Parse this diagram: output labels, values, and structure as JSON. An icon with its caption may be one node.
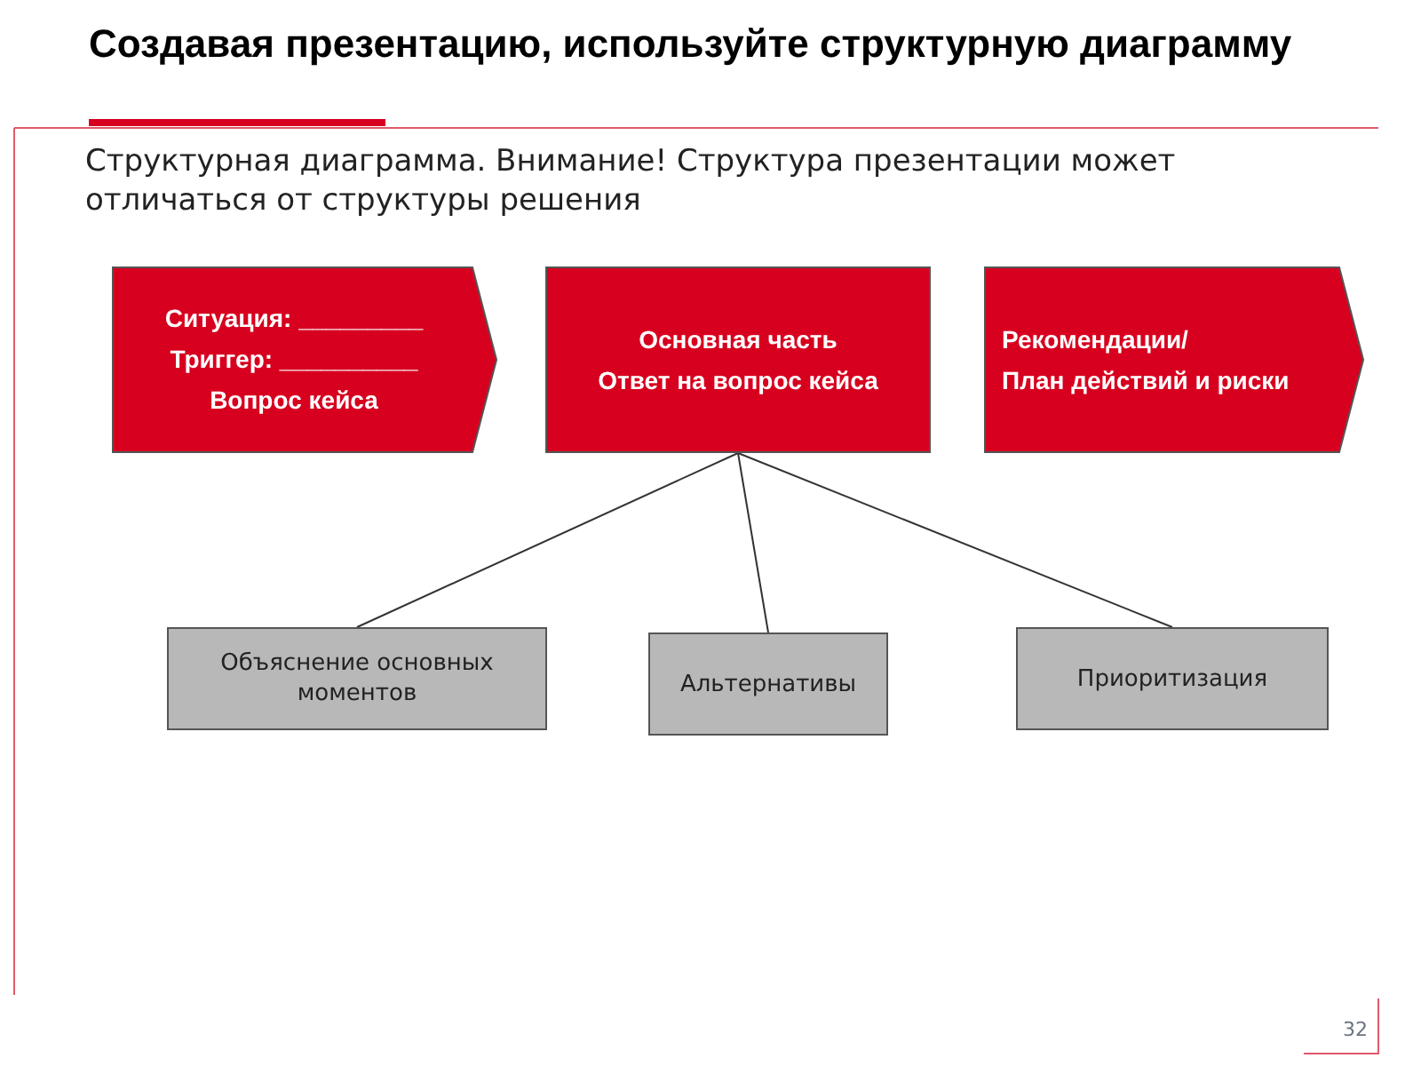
{
  "diagram": {
    "title": "Создавая презентацию, используйте структурную диаграмму",
    "nodes": [
      {
        "text": [
          "Ситуация: _________",
          "Триггер: __________",
          "Вопрос кейса"
        ]
      },
      {
        "text": [
          "Основная часть",
          "Ответ на вопрос кейса"
        ]
      },
      {
        "text": [
          "Рекомендации/",
          "План действий и риски"
        ]
      },
      {
        "text": [
          "Объяснение основных моментов"
        ]
      },
      {
        "text": [
          "Альтернативы"
        ]
      },
      {
        "text": [
          "Приоритизация"
        ]
      }
    ],
    "edges": [
      {
        "from": 1,
        "to": 3,
        "arrow": "none"
      },
      {
        "from": 1,
        "to": 4,
        "arrow": "none"
      },
      {
        "from": 1,
        "to": 5,
        "arrow": "none"
      }
    ],
    "labels": [
      "Структурная диаграмма. Внимание! Структура презентации может отличаться от структуры решения",
      "32"
    ]
  }
}
